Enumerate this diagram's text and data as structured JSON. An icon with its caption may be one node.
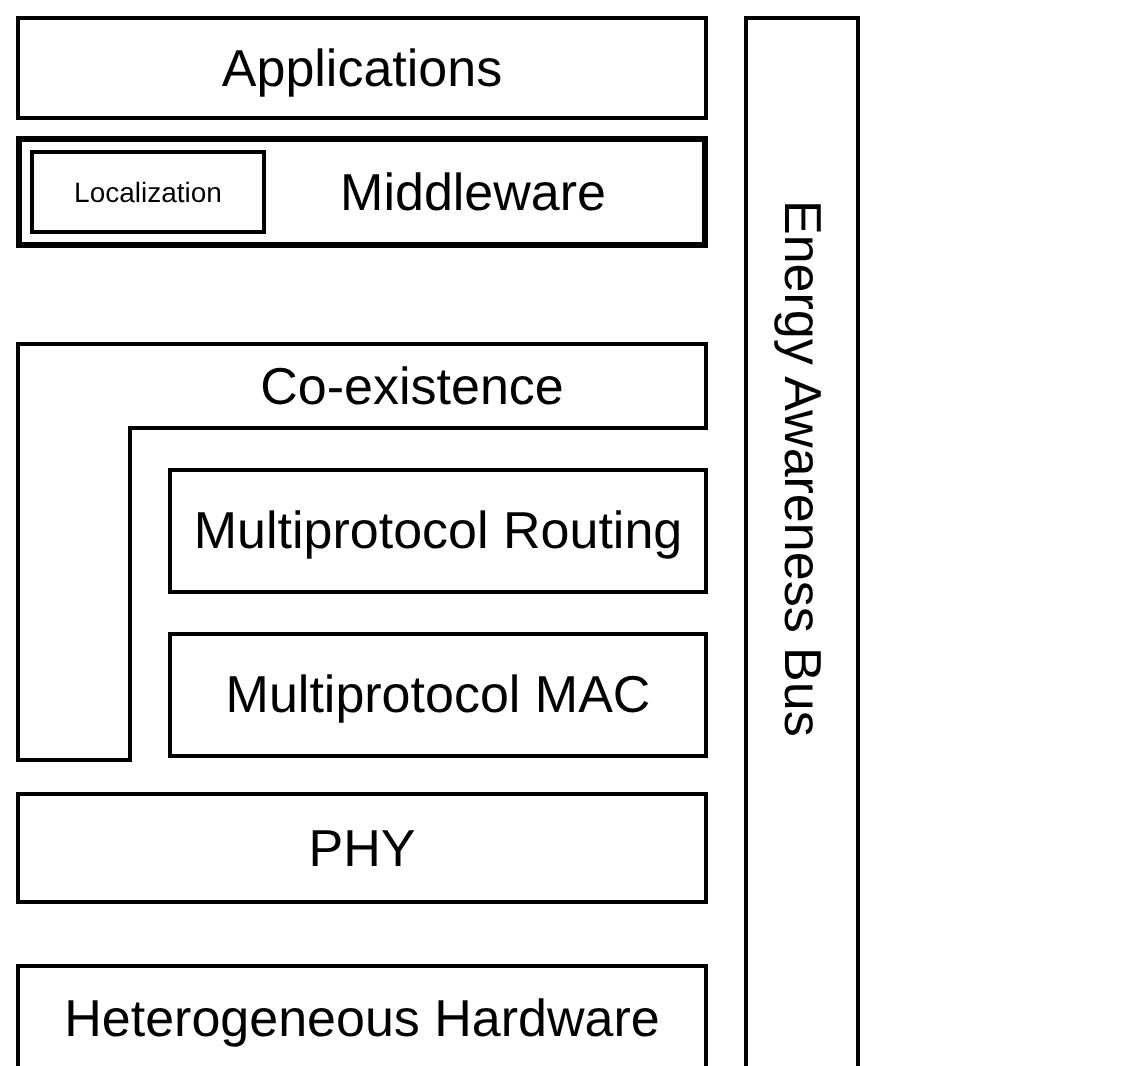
{
  "diagram": {
    "nodes": [
      {
        "text": [
          "Applications"
        ]
      },
      {
        "text": [
          "Middleware"
        ]
      },
      {
        "text": [
          "Localization"
        ],
        "in": 1
      },
      {
        "text": [
          "Co-existence"
        ]
      },
      {
        "text": [
          "Multiprotocol Routing"
        ]
      },
      {
        "text": [
          "Multiprotocol MAC"
        ]
      },
      {
        "text": [
          "PHY"
        ]
      },
      {
        "text": [
          "Heterogeneous Hardware"
        ]
      },
      {
        "text": [
          "Energy Awareness Bus"
        ]
      }
    ],
    "edges": []
  }
}
